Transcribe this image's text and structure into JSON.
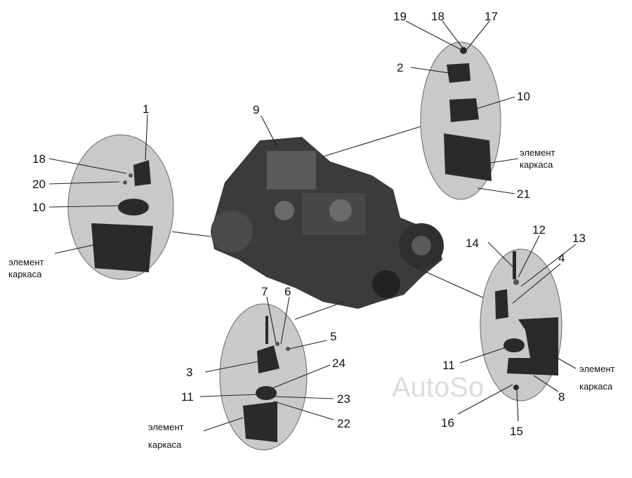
{
  "callouts": {
    "n1": "1",
    "n2": "2",
    "n3": "3",
    "n4": "4",
    "n5": "5",
    "n6": "6",
    "n7": "7",
    "n8": "8",
    "n9": "9",
    "n10a": "10",
    "n10b": "10",
    "n11a": "11",
    "n11b": "11",
    "n12": "12",
    "n13": "13",
    "n14": "14",
    "n15": "15",
    "n16": "16",
    "n17": "17",
    "n18a": "18",
    "n18b": "18",
    "n19": "19",
    "n20": "20",
    "n21": "21",
    "n22": "22",
    "n23": "23",
    "n24": "24"
  },
  "frame_label": {
    "left_line1": "элемент",
    "left_line2": "каркаса",
    "top_right_line1": "элемент",
    "top_right_line2": "каркаса",
    "bottom_right_line1": "элемент",
    "bottom_right_line2": "каркаса",
    "bottom_center_line1": "элемент",
    "bottom_center_line2": "каркаса"
  },
  "watermark": "AutoSo",
  "colors": {
    "background": "#ffffff",
    "oval": "#c9c9c9",
    "part": "#2a2a2a"
  }
}
